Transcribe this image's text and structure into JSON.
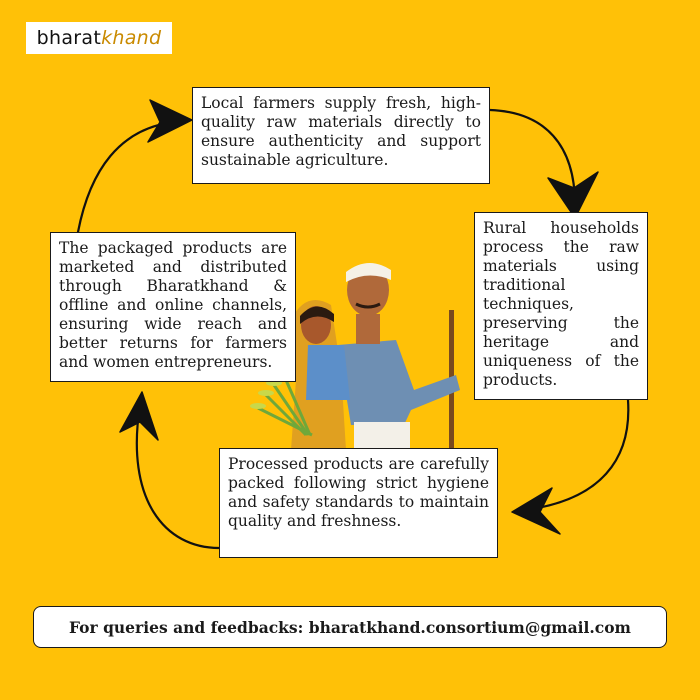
{
  "logo": {
    "part1": "bharat",
    "part2": "khand"
  },
  "steps": [
    "Local farmers supply fresh, high-quality raw materials directly to ensure authenticity and support sustainable agriculture.",
    "Rural households process the raw materials using traditional techniques, preserving the heritage and uniqueness of the products.",
    "Processed products are carefully packed following strict hygiene and safety standards to maintain quality and freshness.",
    "The packaged products are marketed and distributed through Bharatkhand & offline and online channels, ensuring wide reach and better returns for farmers and women entrepreneurs."
  ],
  "footer": "For queries and feedbacks: bharatkhand.consortium@gmail.com",
  "colors": {
    "background": "#FFC107",
    "accent": "#C98A00"
  }
}
